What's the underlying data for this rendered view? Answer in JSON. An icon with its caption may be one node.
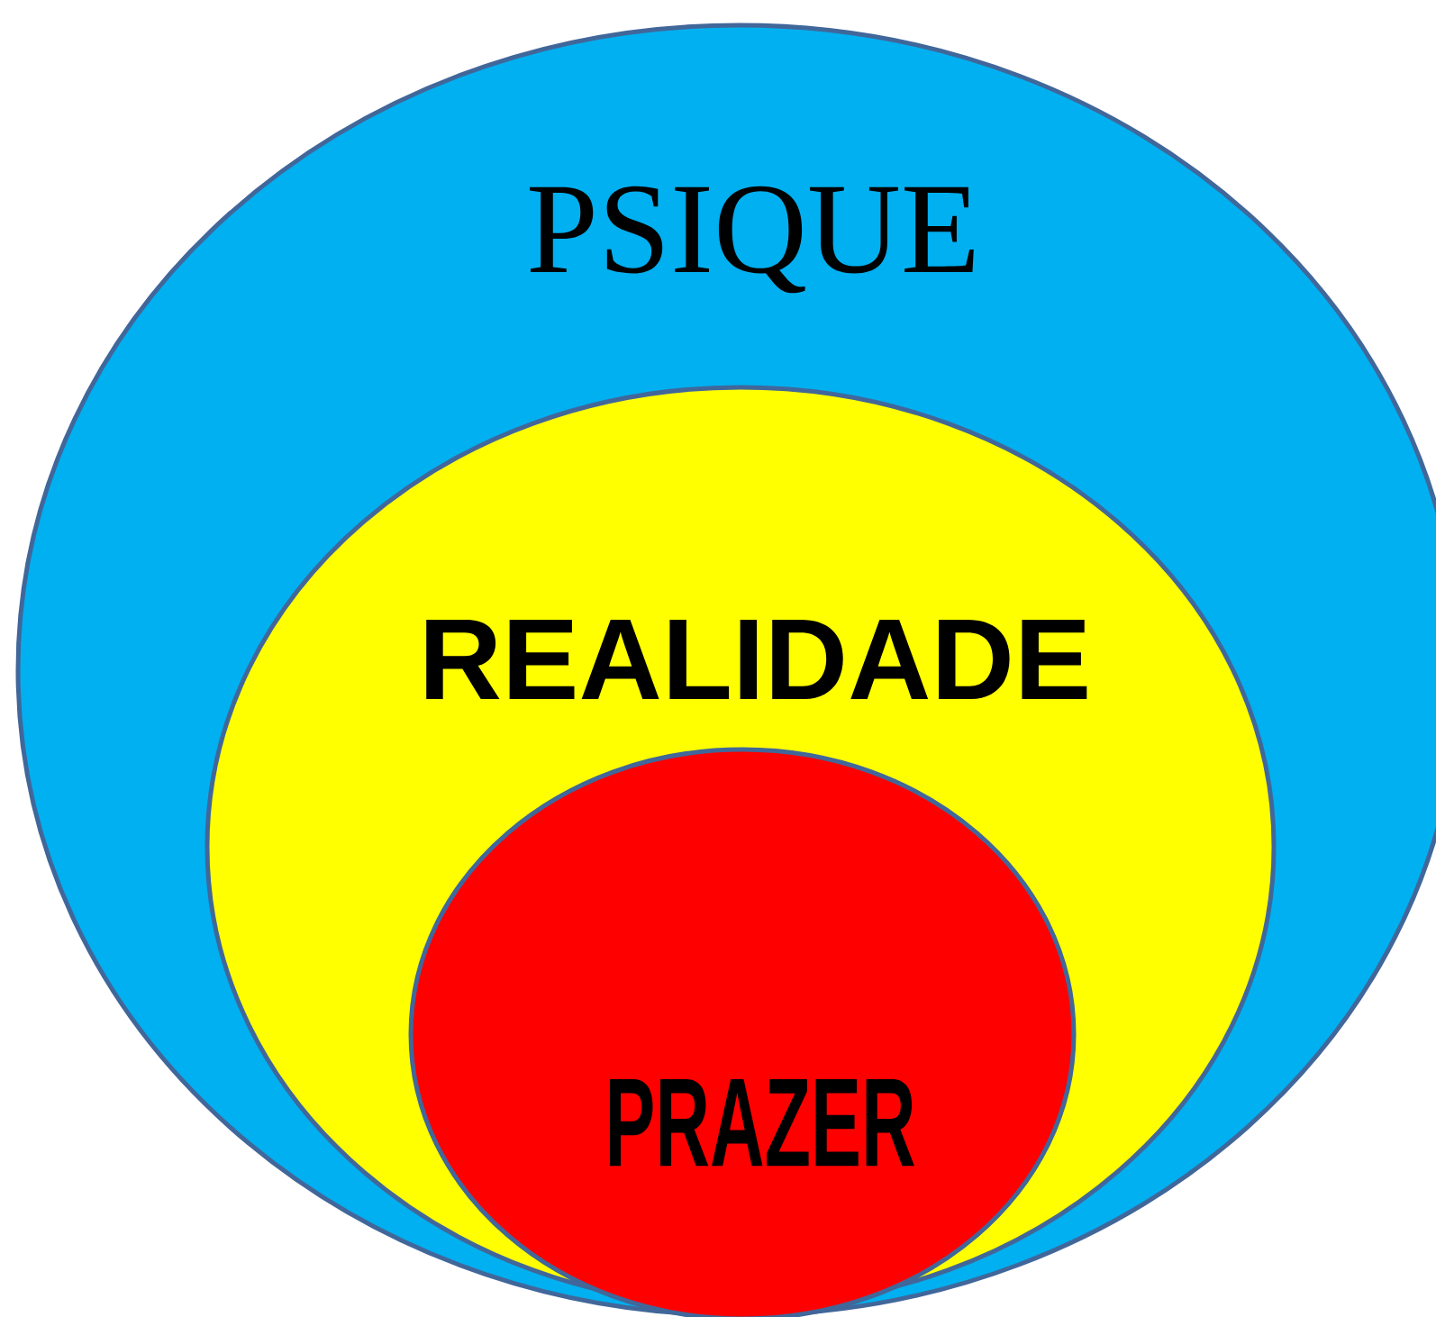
{
  "diagram": {
    "nodes": [
      {
        "text": [
          "PSIQUE"
        ]
      },
      {
        "text": [
          "REALIDADE"
        ],
        "in": 0
      },
      {
        "text": [
          "PRAZER"
        ],
        "in": 1
      }
    ]
  }
}
